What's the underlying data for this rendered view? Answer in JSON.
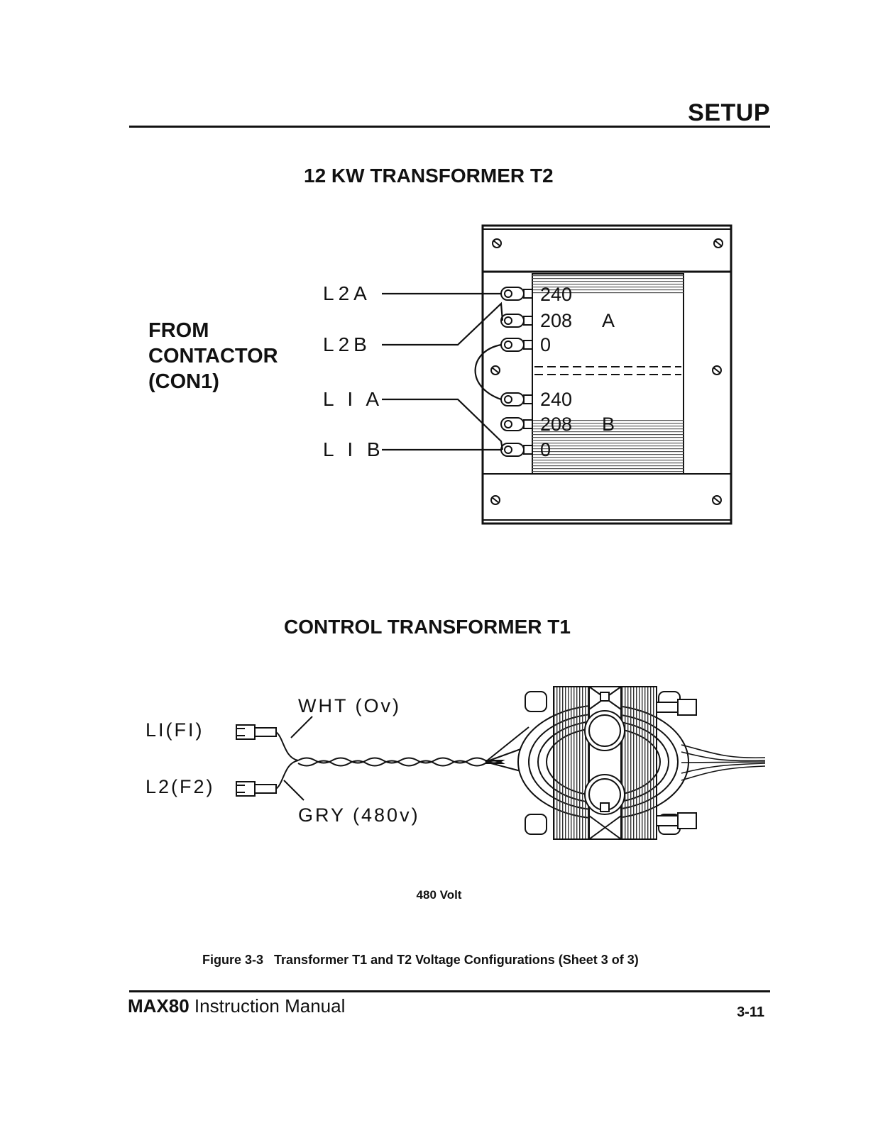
{
  "header": {
    "section": "SETUP"
  },
  "t2": {
    "title": "12 KW TRANSFORMER T2",
    "from_label": [
      "FROM",
      "CONTACTOR",
      "(CON1)"
    ],
    "wires": [
      "L2A",
      "L2B",
      "L I A",
      "L I B"
    ],
    "taps_a": [
      "240",
      "208",
      "0"
    ],
    "taps_b": [
      "240",
      "208",
      "0"
    ],
    "winding_a": "A",
    "winding_b": "B"
  },
  "t1": {
    "title": "CONTROL TRANSFORMER T1",
    "lead_1": "LI(FI)",
    "lead_2": "L2(F2)",
    "wht": "WHT (Ov)",
    "gry": "GRY (480v)",
    "voltage": "480 Volt"
  },
  "figure": {
    "number": "Figure 3-3",
    "caption": "Transformer T1 and T2  Voltage Configurations (Sheet 3 of 3)"
  },
  "footer": {
    "manual_bold": "MAX80",
    "manual_rest": " Instruction Manual",
    "page": "3-11"
  }
}
